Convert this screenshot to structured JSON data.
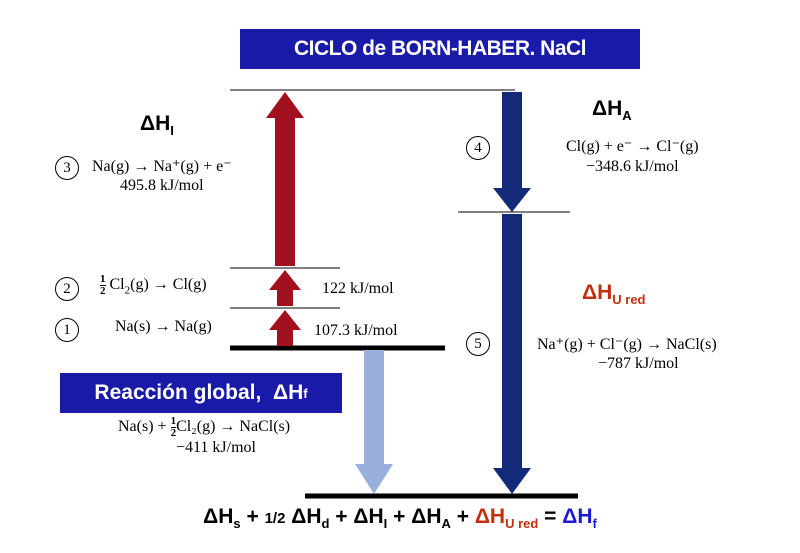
{
  "title": "CICLO de BORN-HABER. NaCl",
  "global": {
    "label": "Reacción global,",
    "symbol": "ΔH",
    "sub": "f"
  },
  "labels": {
    "dHI": {
      "symbol": "ΔH",
      "sub": "I"
    },
    "dHA": {
      "symbol": "ΔH",
      "sub": "A"
    },
    "dHU": {
      "symbol": "ΔH",
      "sub": "U red"
    }
  },
  "steps": [
    {
      "num": "1",
      "reaction_left": "Na(s) → Na(g)",
      "value": "107.3 kJ/mol"
    },
    {
      "num": "2",
      "reaction_tail": "Cl",
      "reaction_end": "(g) → Cl(g)",
      "half_top": "1",
      "half_bottom": "2",
      "value": "122 kJ/mol"
    },
    {
      "num": "3",
      "reaction": "Na(g) → Na⁺(g) + e⁻",
      "value": "495.8 kJ/mol"
    },
    {
      "num": "4",
      "reaction": "Cl(g) + e⁻ → Cl⁻(g)",
      "value": "−348.6 kJ/mol"
    },
    {
      "num": "5",
      "reaction": "Na⁺(g) + Cl⁻(g) → NaCl(s)",
      "value": "−787 kJ/mol"
    }
  ],
  "overall": {
    "reaction_start": "Na(s) + ",
    "half_top": "1",
    "half_bottom": "2",
    "reaction_end": "Cl₂(g) → NaCl(s)",
    "value": "−411 kJ/mol"
  },
  "equation": {
    "t1": "ΔH",
    "s1": "s",
    "p1": " + ",
    "half": "1/2",
    "t2": " ΔH",
    "s2": "d",
    "p2": " + ",
    "t3": "ΔH",
    "s3": "I",
    "p3": " + ",
    "t4": "ΔH",
    "s4": "A",
    "p4": " + ",
    "t5": "ΔH",
    "s5": "U red",
    "eq": " = ",
    "t6": "ΔH",
    "s6": "f"
  },
  "colors": {
    "red_arrow": "#a0101e",
    "blue_arrow": "#122a78",
    "light_arrow": "#9ab0dc",
    "box": "#1a1aa8",
    "red_text": "#c03010"
  }
}
